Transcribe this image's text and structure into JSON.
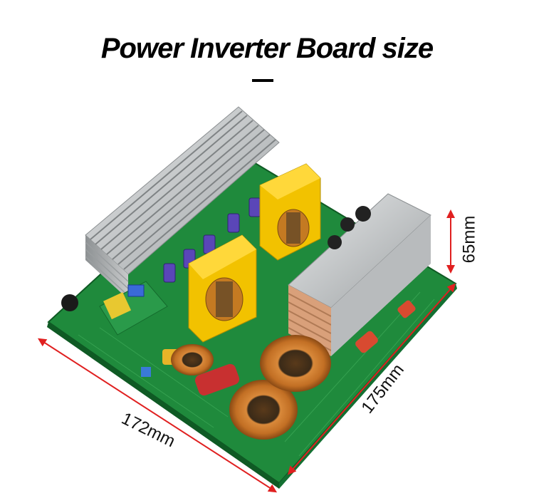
{
  "title": "Power Inverter Board size",
  "dimensions": {
    "width_label": "172mm",
    "depth_label": "175mm",
    "height_label": "65mm"
  },
  "colors": {
    "pcb_green": "#1f8a3c",
    "heatsink": "#c9cbcc",
    "transformer_yellow": "#f2c200",
    "copper_coil": "#c9772a",
    "arrow_red": "#e02020"
  }
}
